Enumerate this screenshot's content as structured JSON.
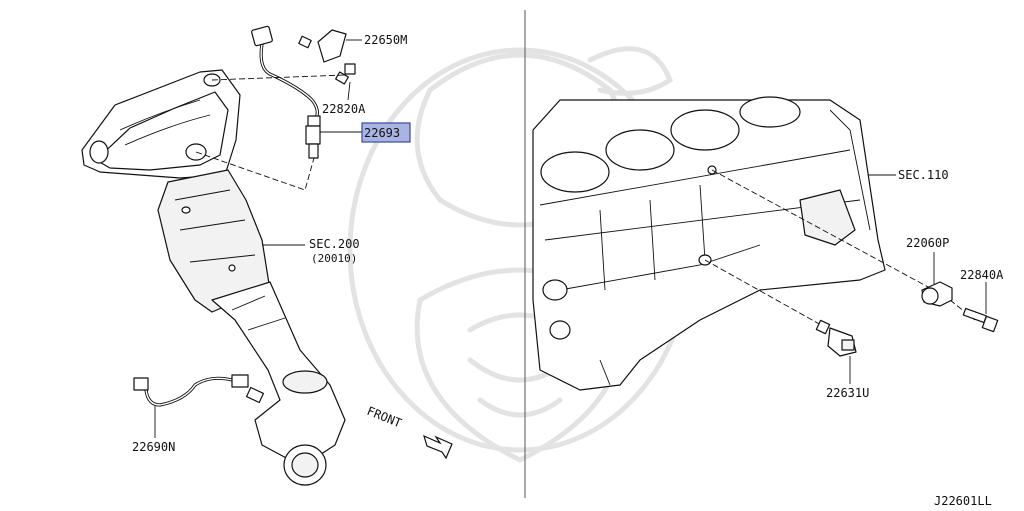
{
  "labels": {
    "p22650M": "22650M",
    "p22820A": "22820A",
    "p22693": "22693",
    "sec200": "SEC.200",
    "sec200_sub": "(20010)",
    "p22690N": "22690N",
    "front": "FRONT",
    "sec110": "SEC.110",
    "p22060P": "22060P",
    "p22840A": "22840A",
    "p22631U": "22631U",
    "diagram_code": "J22601LL"
  },
  "colors": {
    "highlight_fill": "#a9b4e2",
    "highlight_stroke": "#3a4aa0",
    "line": "#111111",
    "watermark": "#e3e3e3"
  }
}
